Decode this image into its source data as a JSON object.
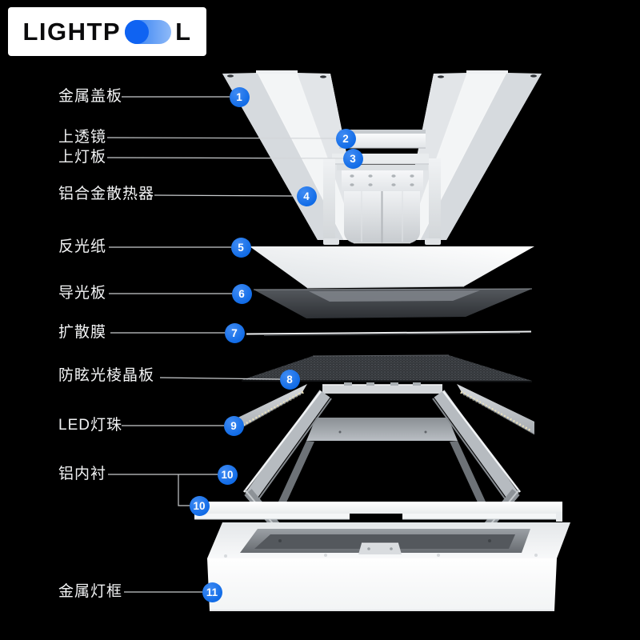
{
  "page": {
    "background": "#000000",
    "alt": "Exploded view diagram of an LED panel light with 11 numbered components"
  },
  "logo": {
    "prefix": "LIGHTP",
    "suffix": "L",
    "icon": "double-o-pill",
    "box_color": "#ffffff",
    "text_color": "#0b0b0c",
    "pill_dark_blue": "#0f63f2",
    "pill_light_blue": "#8fbaf8"
  },
  "markers": {
    "color": "#1371ec",
    "text_color": "#ffffff"
  },
  "parts": [
    {
      "num": "1",
      "label": "金属盖板"
    },
    {
      "num": "2",
      "label": "上透镜"
    },
    {
      "num": "3",
      "label": "上灯板"
    },
    {
      "num": "4",
      "label": "铝合金散热器"
    },
    {
      "num": "5",
      "label": "反光纸"
    },
    {
      "num": "6",
      "label": "导光板"
    },
    {
      "num": "7",
      "label": "扩散膜"
    },
    {
      "num": "8",
      "label": "防眩光棱晶板"
    },
    {
      "num": "9",
      "label": "LED灯珠"
    },
    {
      "num": "10",
      "label": "铝内衬"
    },
    {
      "num": "11",
      "label": "金属灯框"
    }
  ]
}
